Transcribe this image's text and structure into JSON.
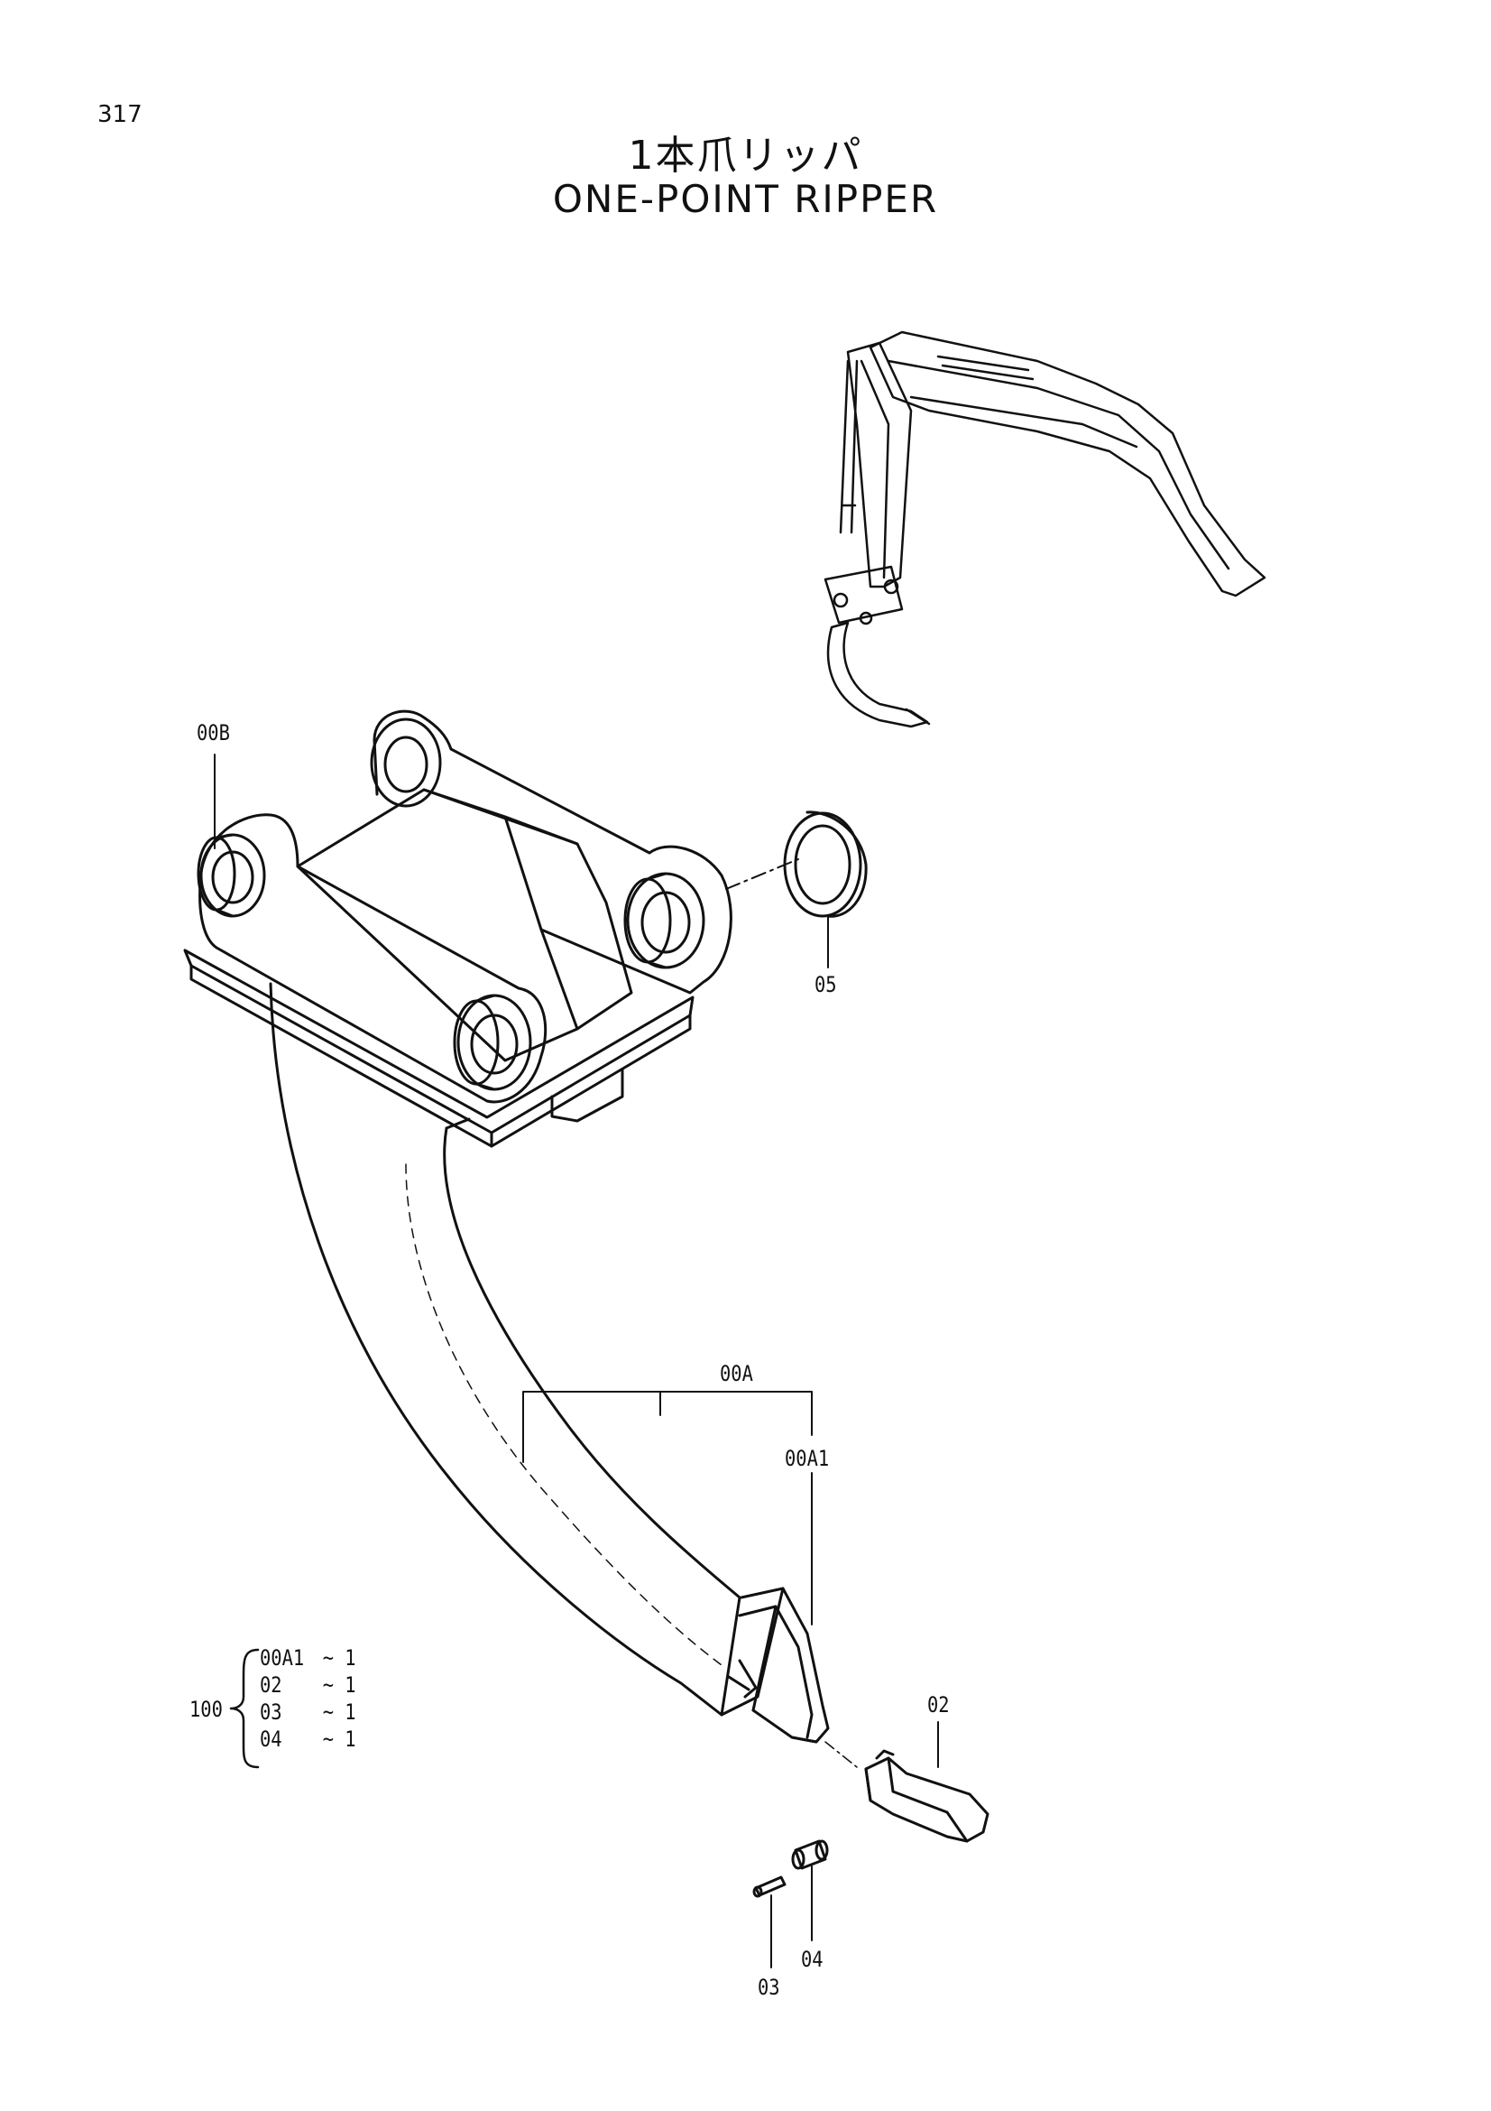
{
  "page_number": "317",
  "title_jp": "1本爪リッパ",
  "title_en": "ONE-POINT RIPPER",
  "callouts": {
    "c00B": "00B",
    "c05": "05",
    "c00A": "00A",
    "c00A1": "00A1",
    "c02": "02",
    "c03": "03",
    "c04": "04"
  },
  "group": {
    "number": "100",
    "items": [
      {
        "part": "00A1",
        "qty": "~ 1"
      },
      {
        "part": "02",
        "qty": "~ 1"
      },
      {
        "part": "03",
        "qty": "~ 1"
      },
      {
        "part": "04",
        "qty": "~ 1"
      }
    ]
  }
}
